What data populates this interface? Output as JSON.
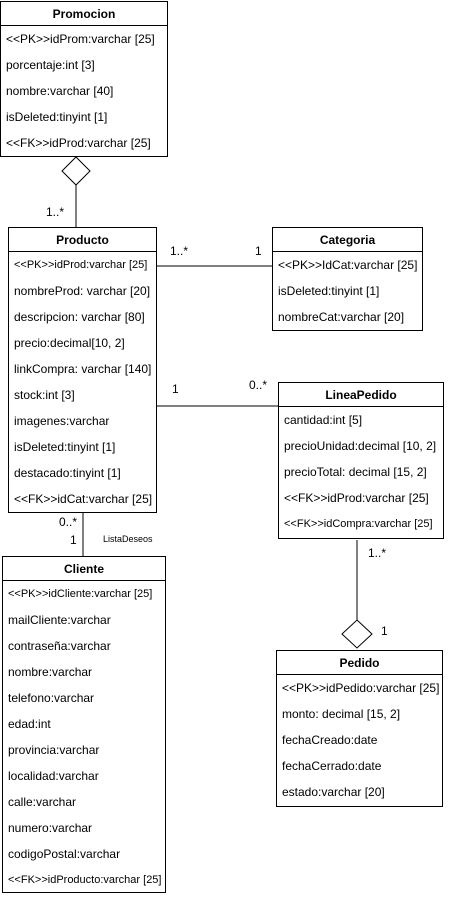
{
  "classes": {
    "promocion": {
      "name": "Promocion",
      "attrs": [
        "<<PK>>idProm:varchar [25]",
        "porcentaje:int [3]",
        "nombre:varchar [40]",
        "isDeleted:tinyint [1]",
        "<<FK>>idProd:varchar [25]"
      ]
    },
    "producto": {
      "name": "Producto",
      "attrs": [
        "<<PK>>idProd:varchar [25]",
        "nombreProd: varchar [20]",
        "descripcion: varchar [80]",
        "precio:decimal[10, 2]",
        "linkCompra: varchar [140]",
        "stock:int [3]",
        "imagenes:varchar",
        "isDeleted:tinyint [1]",
        "destacado:tinyint [1]",
        "<<FK>>idCat:varchar [25]"
      ]
    },
    "categoria": {
      "name": "Categoria",
      "attrs": [
        "<<PK>>IdCat:varchar [25]",
        "isDeleted:tinyint [1]",
        "nombreCat:varchar [20]"
      ]
    },
    "lineapedido": {
      "name": "LineaPedido",
      "attrs": [
        "cantidad:int [5]",
        "precioUnidad:decimal [10, 2]",
        "precioTotal: decimal [15, 2]",
        "<<FK>>idProd:varchar [25]",
        "<<FK>>idCompra:varchar [25]"
      ]
    },
    "cliente": {
      "name": "Cliente",
      "attrs": [
        "<<PK>>idCliente:varchar [25]",
        "mailCliente:varchar",
        "contraseña:varchar",
        "nombre:varchar",
        "telefono:varchar",
        "edad:int",
        "provincia:varchar",
        "localidad:varchar",
        "calle:varchar",
        "numero:varchar",
        "codigoPostal:varchar",
        "<<FK>>idProducto:varchar [25]"
      ]
    },
    "pedido": {
      "name": "Pedido",
      "attrs": [
        "<<PK>>idPedido:varchar [25]",
        "monto: decimal [15, 2]",
        "fechaCreado:date",
        "fechaCerrado:date",
        "estado:varchar [20]"
      ]
    }
  },
  "associations": {
    "promo_producto": {
      "producto_end": "1..*"
    },
    "producto_categoria": {
      "producto_end": "1..*",
      "categoria_end": "1"
    },
    "producto_lineapedido": {
      "producto_end": "1",
      "lineapedido_end": "0..*"
    },
    "producto_cliente": {
      "producto_end": "0..*",
      "cliente_end": "1",
      "name": "ListaDeseos"
    },
    "lineapedido_pedido": {
      "lineapedido_end": "1..*",
      "pedido_end": "1"
    }
  }
}
